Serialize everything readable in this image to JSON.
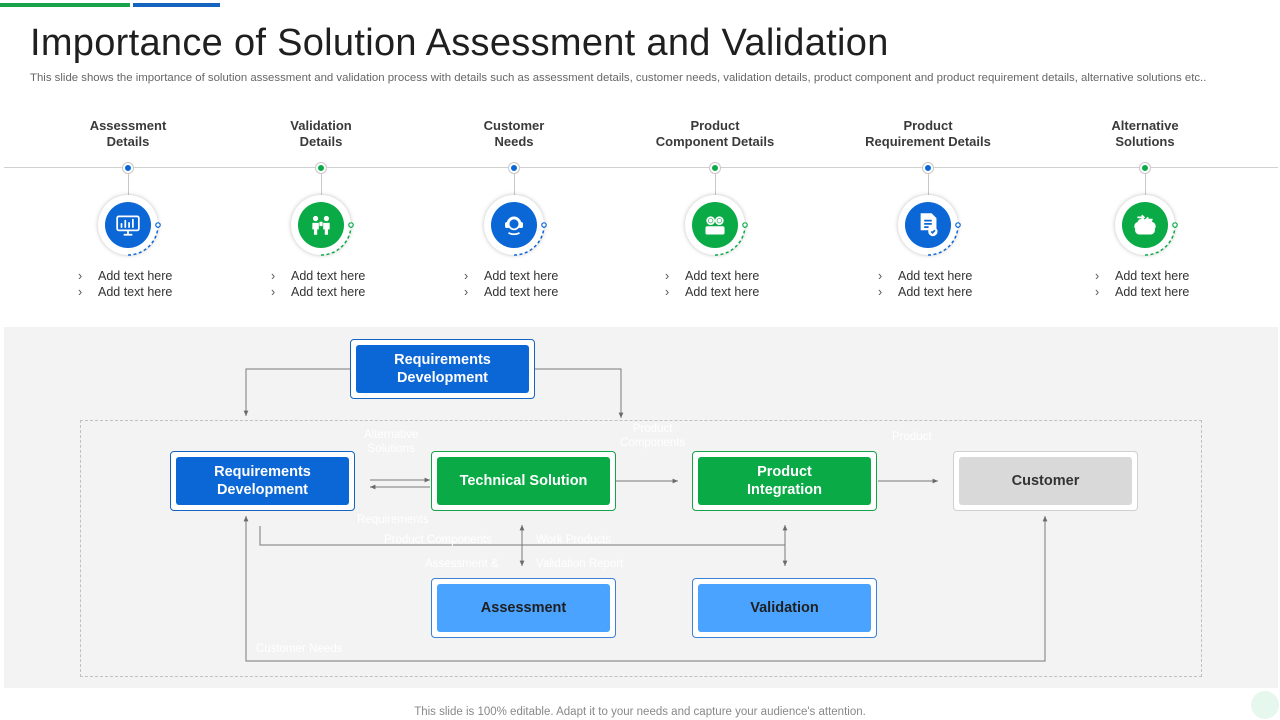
{
  "title": "Importance of Solution Assessment and Validation",
  "subtitle": "This slide shows the importance of solution assessment and validation process with details such as assessment details, customer needs, validation details, product component and product requirement details, alternative solutions etc..",
  "colors": {
    "green": "#0aab46",
    "blue": "#0b66d6",
    "light_blue": "#4aa3ff",
    "gray": "#d9d9d9"
  },
  "columns": [
    {
      "title": "Assessment\nDetails",
      "icon": "monitor-chart-icon",
      "color": "#0b66d6",
      "bullets": [
        "Add text here",
        "Add text here"
      ]
    },
    {
      "title": "Validation\nDetails",
      "icon": "people-presentation-icon",
      "color": "#0aab46",
      "bullets": [
        "Add text here",
        "Add text here"
      ]
    },
    {
      "title": "Customer\nNeeds",
      "icon": "customer-headset-icon",
      "color": "#0b66d6",
      "bullets": [
        "Add text here",
        "Add text here"
      ]
    },
    {
      "title": "Product\nComponent Details",
      "icon": "product-gears-icon",
      "color": "#0aab46",
      "bullets": [
        "Add text here",
        "Add text here"
      ]
    },
    {
      "title": "Product\nRequirement Details",
      "icon": "document-check-icon",
      "color": "#0b66d6",
      "bullets": [
        "Add text here",
        "Add text here"
      ]
    },
    {
      "title": "Alternative\nSolutions",
      "icon": "brain-arrows-icon",
      "color": "#0aab46",
      "bullets": [
        "Add text here",
        "Add text here"
      ]
    }
  ],
  "flow": {
    "top_requirements": "Requirements\nDevelopment",
    "requirements": "Requirements\nDevelopment",
    "technical_solution": "Technical Solution",
    "product_integration": "Product\nIntegration",
    "customer": "Customer",
    "assessment": "Assessment",
    "validation": "Validation",
    "labels": {
      "alternative_solutions": "Alternative\nSolutions",
      "product_components_top": "Product\nComponents",
      "product": "Product",
      "requirements": "Requirements",
      "product_components": "Product Components",
      "work_products": "Work Products",
      "assessment_report": "Assessment &",
      "validation_report": "Validation Report",
      "customer_needs": "Customer Needs"
    }
  },
  "footer": "This slide is 100% editable. Adapt it to your needs and capture your audience's attention."
}
